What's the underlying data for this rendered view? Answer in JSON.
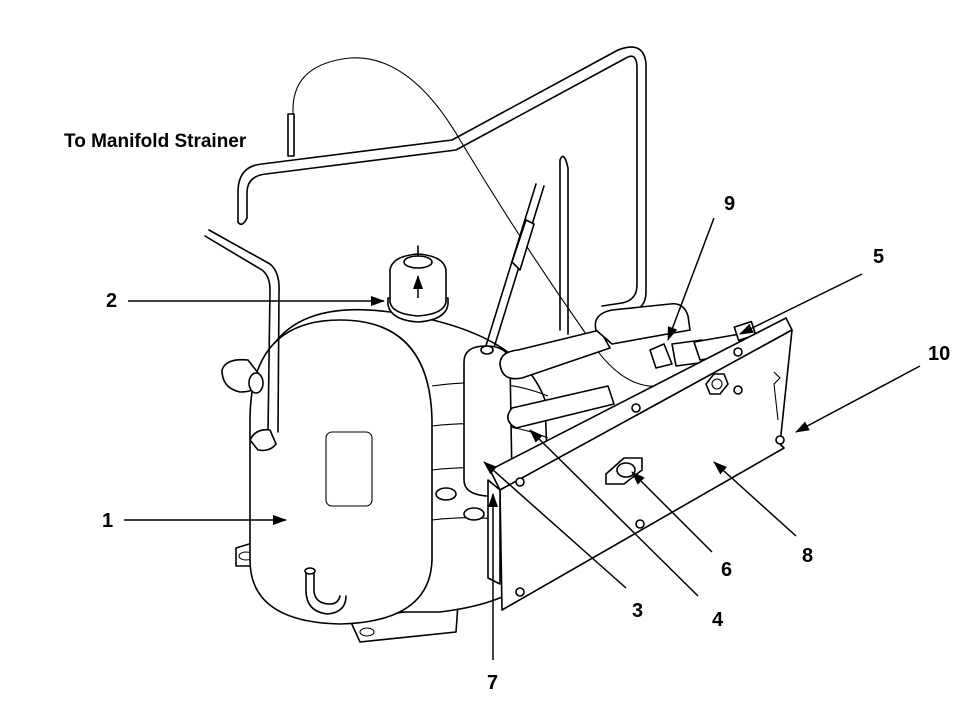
{
  "title": "To Manifold Strainer",
  "callouts": {
    "c1": "1",
    "c2": "2",
    "c3": "3",
    "c4": "4",
    "c5": "5",
    "c6": "6",
    "c7": "7",
    "c8": "8",
    "c9": "9",
    "c10": "10"
  }
}
